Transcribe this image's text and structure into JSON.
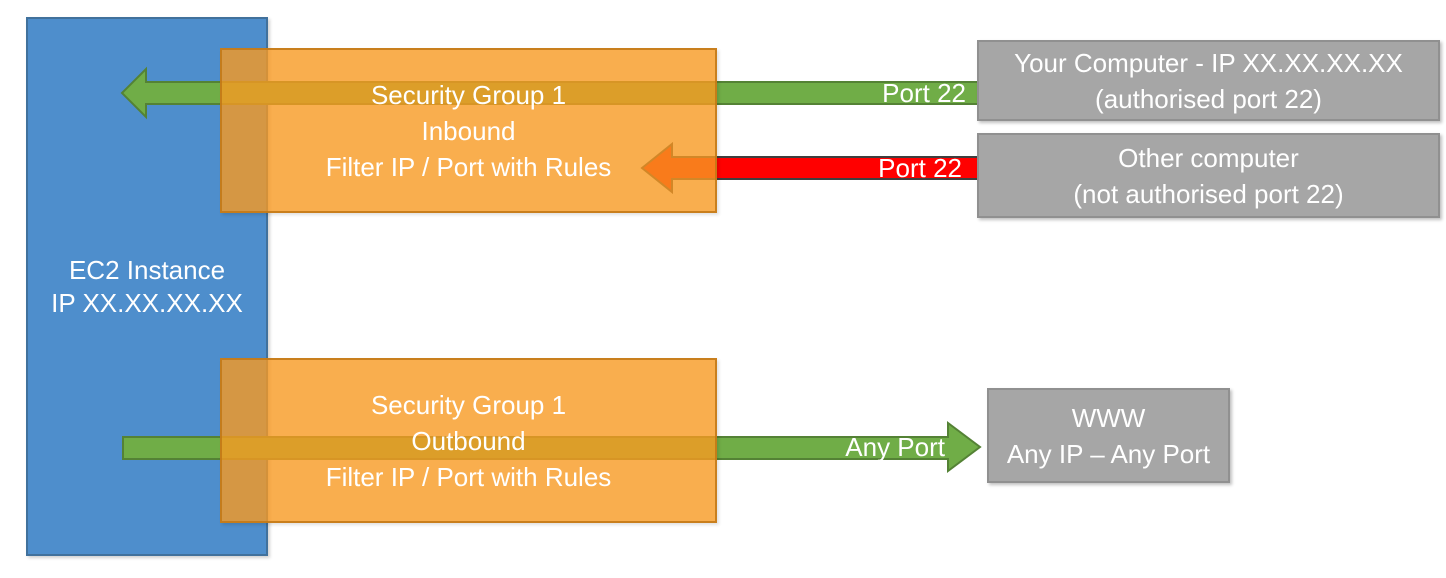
{
  "ec2_instance": {
    "line1": "EC2 Instance",
    "line2": "IP XX.XX.XX.XX"
  },
  "security_group_inbound": {
    "line1": "Security Group 1",
    "line2": "Inbound",
    "line3": "Filter IP / Port with Rules"
  },
  "security_group_outbound": {
    "line1": "Security Group 1",
    "line2": "Outbound",
    "line3": "Filter IP / Port with Rules"
  },
  "your_computer": {
    "line1": "Your Computer - IP XX.XX.XX.XX",
    "line2": "(authorised port 22)"
  },
  "other_computer": {
    "line1": "Other computer",
    "line2": "(not authorised port 22)"
  },
  "www": {
    "line1": "WWW",
    "line2": "Any IP – Any Port"
  },
  "arrows": {
    "inbound_allowed": {
      "label": "Port 22",
      "status": "allowed",
      "direction": "left"
    },
    "inbound_blocked": {
      "label": "Port 22",
      "status": "blocked",
      "direction": "left"
    },
    "outbound_allowed": {
      "label": "Any Port",
      "status": "allowed",
      "direction": "right"
    }
  },
  "colors": {
    "ec2_blue": "#4E8ECC",
    "ec2_blue_border": "#41719C",
    "security_group_orange": "#F79A22",
    "security_group_orange_border": "#C17815",
    "allowed_green": "#70AD47",
    "allowed_green_border": "#548235",
    "blocked_red": "#FF0000",
    "blocked_red_border": "#3F3F3F",
    "endpoint_gray": "#A6A6A6",
    "endpoint_gray_border": "#909090",
    "text_white": "#FFFFFF"
  }
}
